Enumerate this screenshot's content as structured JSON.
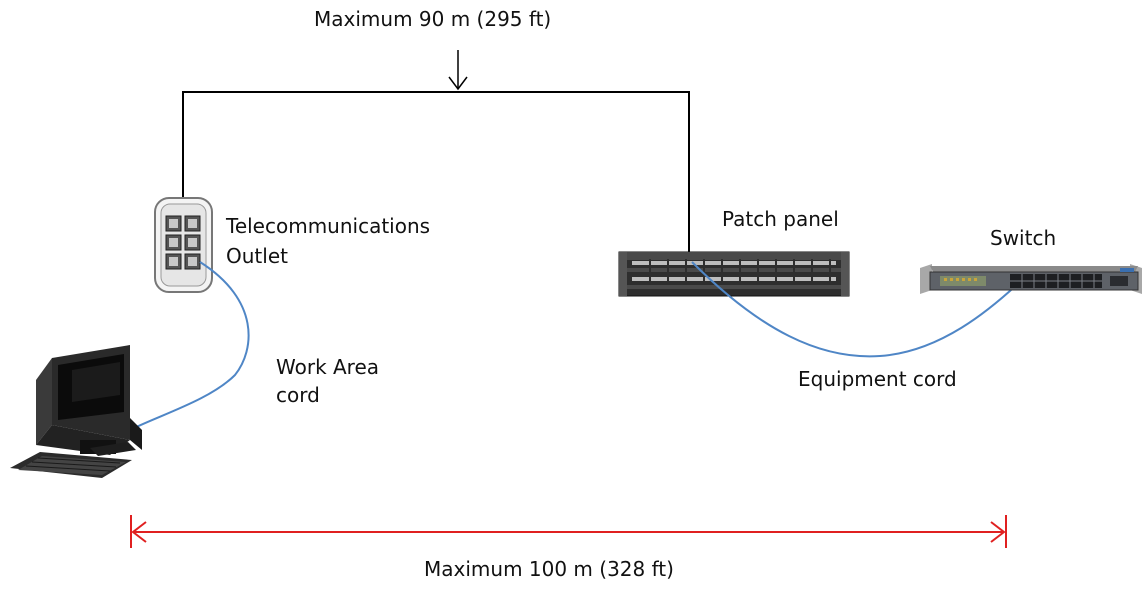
{
  "labels": {
    "max_permanent_link": "Maximum 90 m (295 ft)",
    "outlet_line1": "Telecommunications",
    "outlet_line2": "Outlet",
    "patch_panel": "Patch panel",
    "switch": "Switch",
    "work_area_line1": "Work Area",
    "work_area_line2": "cord",
    "equipment_cord": "Equipment cord",
    "max_channel": "Maximum 100 m (328 ft)"
  },
  "colors": {
    "cable": "#4f86c6",
    "dimension_line": "#e02020",
    "link_line": "#000000"
  }
}
